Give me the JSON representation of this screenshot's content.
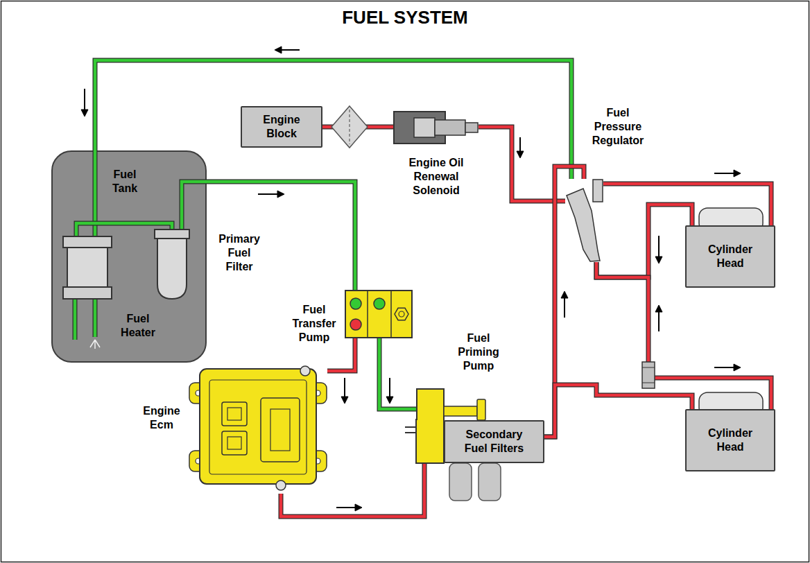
{
  "diagram": {
    "title": "FUEL SYSTEM",
    "nodes": [
      {
        "text": [
          "Fuel Tank"
        ]
      },
      {
        "text": [
          "Fuel Heater"
        ],
        "in": 0
      },
      {
        "text": [
          "Primary Fuel Filter"
        ],
        "in": 0
      },
      {
        "text": [
          "Engine Block"
        ]
      },
      {
        "text": [
          "Engine Oil Renewal Solenoid"
        ]
      },
      {
        "text": [
          "Fuel Pressure Regulator"
        ]
      },
      {
        "text": [
          "Cylinder Head"
        ]
      },
      {
        "text": [
          "Fuel Transfer Pump"
        ]
      },
      {
        "text": [
          "Fuel Priming Pump"
        ]
      },
      {
        "text": [
          "Engine Ecm"
        ]
      },
      {
        "text": [
          "Secondary Fuel Filters"
        ]
      },
      {
        "text": [
          "Cylinder Head"
        ]
      }
    ],
    "edges": [
      {
        "from": 5,
        "to": 1,
        "arrow": "none"
      },
      {
        "from": 1,
        "to": 2,
        "arrow": "none"
      },
      {
        "from": 2,
        "to": 7,
        "arrow": "none"
      },
      {
        "from": 7,
        "to": 9,
        "arrow": "none"
      },
      {
        "from": 7,
        "to": 8,
        "arrow": "none"
      },
      {
        "from": 9,
        "to": 10,
        "arrow": "none"
      },
      {
        "from": 3,
        "to": 4,
        "arrow": "none"
      },
      {
        "from": 4,
        "to": 5,
        "arrow": "none"
      },
      {
        "from": 10,
        "to": 5,
        "arrow": "none"
      },
      {
        "from": 5,
        "to": 6,
        "arrow": "none"
      },
      {
        "from": 6,
        "to": 5,
        "arrow": "none"
      },
      {
        "from": 10,
        "to": 11,
        "arrow": "none"
      },
      {
        "from": 11,
        "to": 5,
        "arrow": "none"
      }
    ]
  }
}
